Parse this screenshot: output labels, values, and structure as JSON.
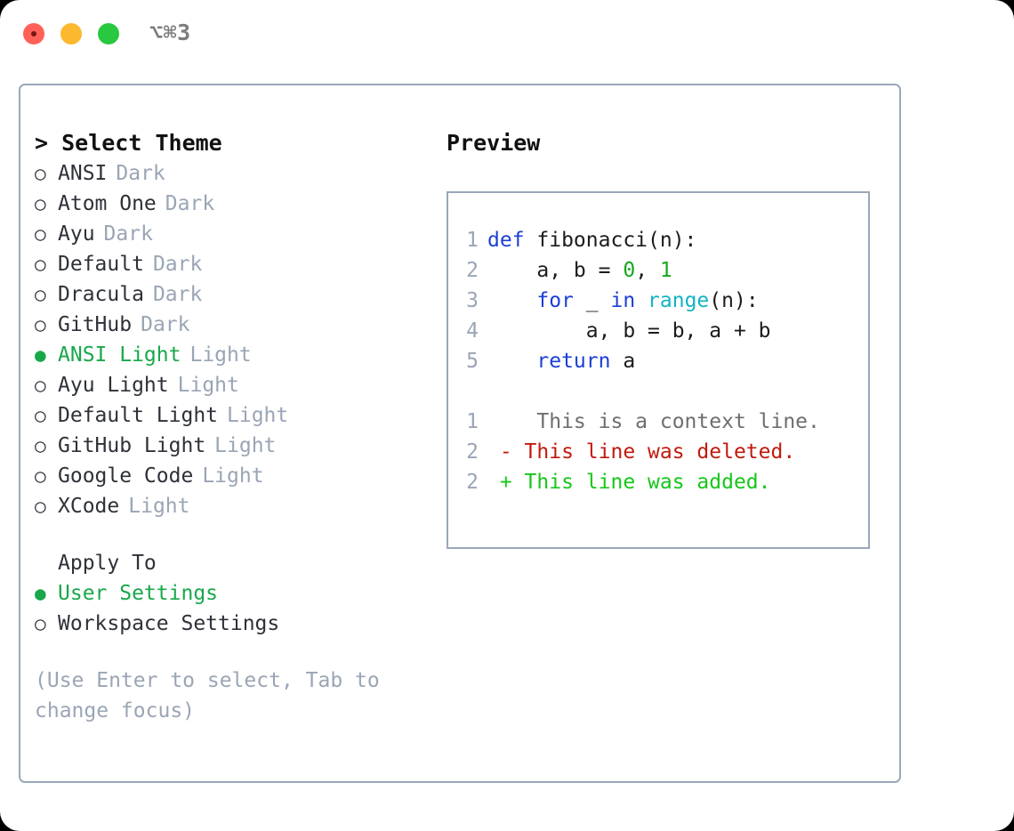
{
  "titlebar": {
    "shortcut": "⌥⌘3",
    "buttons": [
      {
        "name": "close",
        "color": "#ff6159"
      },
      {
        "name": "minimize",
        "color": "#fcb82e"
      },
      {
        "name": "zoom",
        "color": "#28c840"
      }
    ]
  },
  "theme_picker": {
    "header": "> Select Theme",
    "focus_marker": ">",
    "bullet_selected": "●",
    "bullet_unselected": "○",
    "selected_theme": "ANSI Light",
    "options": [
      {
        "name": "ANSI",
        "suffix": "Dark",
        "selected": false
      },
      {
        "name": "Atom One",
        "suffix": "Dark",
        "selected": false
      },
      {
        "name": "Ayu",
        "suffix": "Dark",
        "selected": false
      },
      {
        "name": "Default",
        "suffix": "Dark",
        "selected": false
      },
      {
        "name": "Dracula",
        "suffix": "Dark",
        "selected": false
      },
      {
        "name": "GitHub",
        "suffix": "Dark",
        "selected": false
      },
      {
        "name": "ANSI Light",
        "suffix": "Light",
        "selected": true
      },
      {
        "name": "Ayu Light",
        "suffix": "Light",
        "selected": false
      },
      {
        "name": "Default Light",
        "suffix": "Light",
        "selected": false
      },
      {
        "name": "GitHub Light",
        "suffix": "Light",
        "selected": false
      },
      {
        "name": "Google Code",
        "suffix": "Light",
        "selected": false
      },
      {
        "name": "XCode",
        "suffix": "Light",
        "selected": false
      }
    ]
  },
  "apply_to": {
    "header": "Apply To",
    "selected_scope": "User Settings",
    "options": [
      {
        "label": "User Settings",
        "selected": true
      },
      {
        "label": "Workspace Settings",
        "selected": false
      }
    ]
  },
  "hint": "(Use Enter to select, Tab to change focus)",
  "preview": {
    "header": "Preview",
    "code_lines": [
      {
        "lineno": "1",
        "tokens": [
          {
            "text": "def ",
            "kind": "kw"
          },
          {
            "text": "fibonacci(n):",
            "kind": "pl"
          }
        ]
      },
      {
        "lineno": "2",
        "tokens": [
          {
            "text": "    a, b = ",
            "kind": "pl"
          },
          {
            "text": "0",
            "kind": "num"
          },
          {
            "text": ", ",
            "kind": "pl"
          },
          {
            "text": "1",
            "kind": "num"
          }
        ]
      },
      {
        "lineno": "3",
        "tokens": [
          {
            "text": "    ",
            "kind": "pl"
          },
          {
            "text": "for ",
            "kind": "kw"
          },
          {
            "text": "_ ",
            "kind": "pl"
          },
          {
            "text": "in ",
            "kind": "kw"
          },
          {
            "text": "range",
            "kind": "bi"
          },
          {
            "text": "(n):",
            "kind": "pl"
          }
        ]
      },
      {
        "lineno": "4",
        "tokens": [
          {
            "text": "        a, b = b, a + b",
            "kind": "pl"
          }
        ]
      },
      {
        "lineno": "5",
        "tokens": [
          {
            "text": "    ",
            "kind": "pl"
          },
          {
            "text": "return ",
            "kind": "kw"
          },
          {
            "text": "a",
            "kind": "pl"
          }
        ]
      }
    ],
    "diff_lines": [
      {
        "lineno": "1",
        "marker": " ",
        "text": "  This is a context line.",
        "kind": "ctx"
      },
      {
        "lineno": "2",
        "marker": "-",
        "text": " This line was deleted.",
        "kind": "del"
      },
      {
        "lineno": "2",
        "marker": "+",
        "text": " This line was added.",
        "kind": "add"
      }
    ]
  },
  "colors": {
    "accent_green": "#18a84a",
    "border": "#9aa8bc",
    "muted": "#9aa5b5",
    "keyword": "#1c3fd6",
    "number": "#15a81b",
    "builtin": "#12b3c4",
    "diff_deleted": "#c11a0d",
    "diff_added": "#16c71a",
    "diff_context": "#6e6e6e"
  }
}
